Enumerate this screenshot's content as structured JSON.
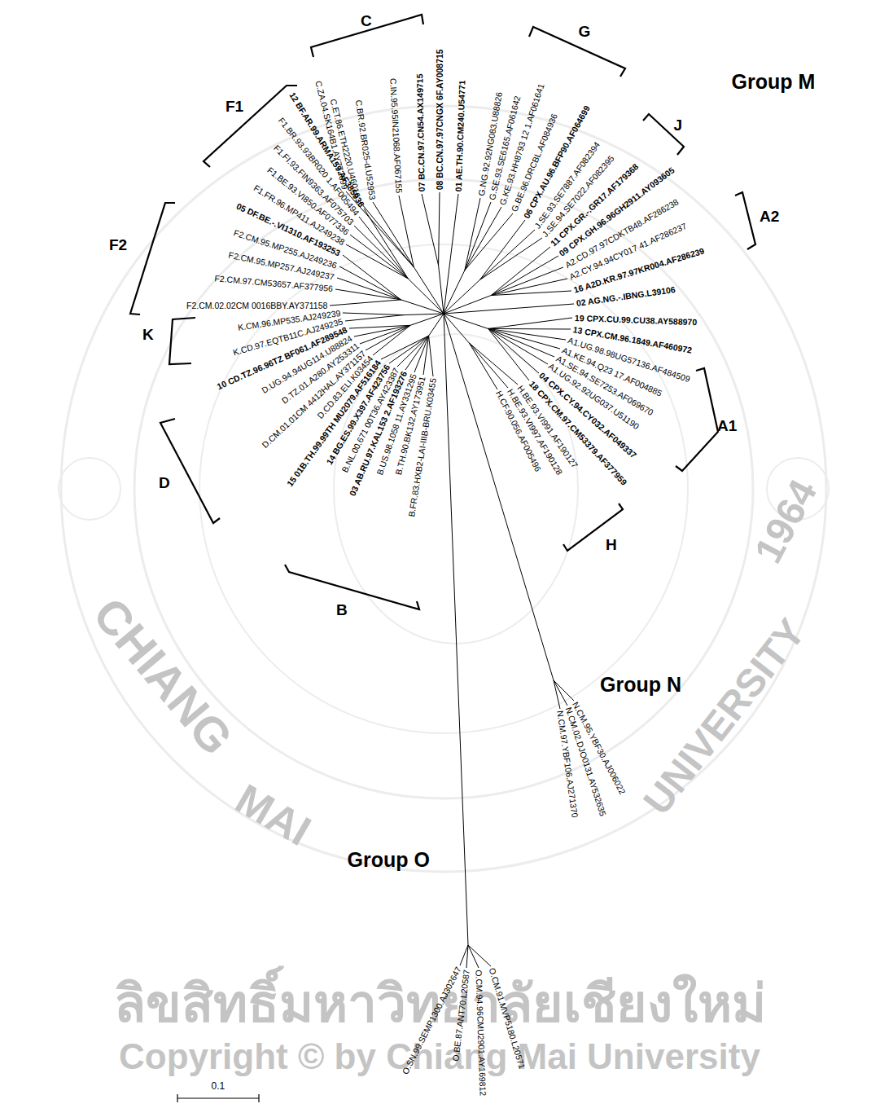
{
  "diagram": {
    "labels": [
      "Group M",
      "C",
      "G",
      "J",
      "F1",
      "A2",
      "F2",
      "K",
      "A1",
      "D",
      "H",
      "B",
      "Group N",
      "Group O",
      "C.ZA.04.SK164B1.AY772699",
      "C.ET.86.ETH2220.U46016",
      "C.BR.92.BR025-d.U52953",
      "C.IN.95.95IN21068.AF067155",
      "07 BC.CN.97.CN54.AX149715",
      "08 BC.CN.97.97CNGX 6F.AY008715",
      "01 AE.TH.90.CM240.U54771",
      "G.NG.92.92NG083.U88826",
      "G.SE.93.SE6165.AF061642",
      "G.KE.93.HH8793 12 1.AF061641",
      "G.BE.96.DRCBL.AF084936",
      "06 CPX.AU.96.BFP90.AF064699",
      "J.SE.93.SE7887.AF082394",
      "J.SE.94.SE7022.AF082395",
      "11 CPX.GR.-.GR17.AF179368",
      "09 CPX.GH.96.96GH2911.AY093605",
      "A2.CD.97.97CDKTB48.AF286238",
      "A2.CY.94.94CY017 41.AF286237",
      "16 A2D.KR.97.97KR004.AF286239",
      "02 AG.NG.-.IBNG.L39106",
      "19 CPX.CU.99.CU38.AY588970",
      "13 CPX.CM.96.1849.AF460972",
      "A1.UG.98.98UG57136.AF484509",
      "A1.KE.94.Q23 17.AF004885",
      "A1.SE.94.SE7253.AF069670",
      "A1.UG.92.92UG037.U51190",
      "04 CPX.CY.94.CY032.AF049337",
      "18 CPX.CM.97.CM53379.AF377959",
      "H.BE.93.VI991.AF190127",
      "H.BE.93.VI997.AF190128",
      "H.CF.90.056.AF005496",
      "N.CM.95.YBF30.AJ006022",
      "N.CM.02.DJO0131.AY532635",
      "N.CM.97.YBF106.AJ271370",
      "O.SN.99.SEMP1300.AJ302647",
      "O.BE.87.ANT70.L20587",
      "O.CM.94.96CMU2901.AY169812",
      "O.CM.91.MVP5180.L20571",
      "B.FR.83.HXB2-LAI-IIIB-BRU.K03455",
      "B.TH.90.BK132.AY173951",
      "B.US.98.1058 11.AY331295",
      "03 AB.RU.97.KAL153 2.AF193276",
      "B.NL.00.671 00T36.AY423387",
      "14 BG.ES.99.X397.AF423756",
      "15 01B.TH.99.99TH MU2079.AF516184",
      "D.CD.83.ELI.K03454",
      "D.CM.01.01CM 4412HAL.AY371157",
      "D.TZ.01.A280.AY253311",
      "D.UG.94.94UG114.U88824",
      "10 CD.TZ.96.96TZ BF061.AF289548",
      "K.CD.97.EQTB11C.AJ249235",
      "K.CM.96.MP535.AJ249239",
      "F2.CM.02.02CM 0016BBY.AY371158",
      "F2.CM.97.CM53657.AF377956",
      "F2.CM.95.MP257.AJ249237",
      "F2.CM.95.MP255.AJ249236",
      "05 DF.BE.-.VI1310.AF193253",
      "F1.FR.96.MP411.AJ249238",
      "F1.BE.93.VI850.AF077336",
      "F1.FI.93.FIN9363.AF075703",
      "F1.BR.93.93BR020 1.AF005494",
      "12 BF.AR.99.ARMA159.AF385936",
      "0.1",
      "CHIANG",
      "MAI",
      "UNIVERSITY",
      "1964",
      "ลิขสิทธิ์มหาวิทยาลัยเชียงใหม่",
      "Copyright © by Chiang Mai University"
    ]
  }
}
